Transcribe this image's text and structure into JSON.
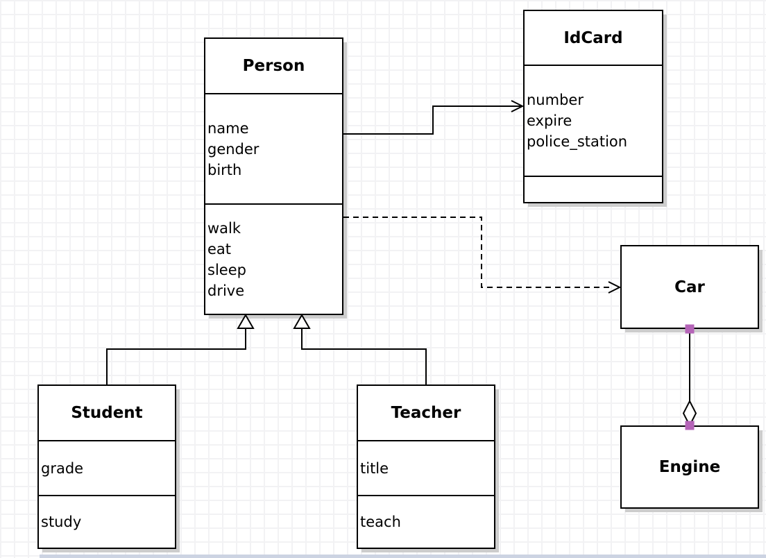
{
  "diagram": {
    "kind": "uml-class-diagram",
    "classes": {
      "person": {
        "name": "Person",
        "attributes": [
          "name",
          "gender",
          "birth"
        ],
        "methods": [
          "walk",
          "eat",
          "sleep",
          "drive"
        ]
      },
      "idcard": {
        "name": "IdCard",
        "attributes": [
          "number",
          "expire",
          "police_station"
        ],
        "methods": []
      },
      "car": {
        "name": "Car",
        "attributes": [],
        "methods": []
      },
      "engine": {
        "name": "Engine",
        "attributes": [],
        "methods": []
      },
      "student": {
        "name": "Student",
        "attributes": [
          "grade"
        ],
        "methods": [
          "study"
        ]
      },
      "teacher": {
        "name": "Teacher",
        "attributes": [
          "title"
        ],
        "methods": [
          "teach"
        ]
      }
    },
    "relationships": [
      {
        "from": "Person",
        "to": "IdCard",
        "type": "association",
        "line": "solid",
        "arrow": "open"
      },
      {
        "from": "Person",
        "to": "Car",
        "type": "dependency",
        "line": "dashed",
        "arrow": "open"
      },
      {
        "from": "Student",
        "to": "Person",
        "type": "generalization",
        "line": "solid",
        "arrow": "hollow-triangle"
      },
      {
        "from": "Teacher",
        "to": "Person",
        "type": "generalization",
        "line": "solid",
        "arrow": "hollow-triangle"
      },
      {
        "from": "Car",
        "to": "Engine",
        "type": "aggregation",
        "line": "solid",
        "arrow": "hollow-diamond"
      }
    ],
    "colors": {
      "box_border": "#000000",
      "box_fill": "#ffffff",
      "box_shadow": "#cdcdcd",
      "grid_line": "#f2f2f4",
      "canvas_bg": "#ffffff",
      "connection_point": "#b564b8",
      "bottom_bar": "#ccd3e2"
    }
  }
}
